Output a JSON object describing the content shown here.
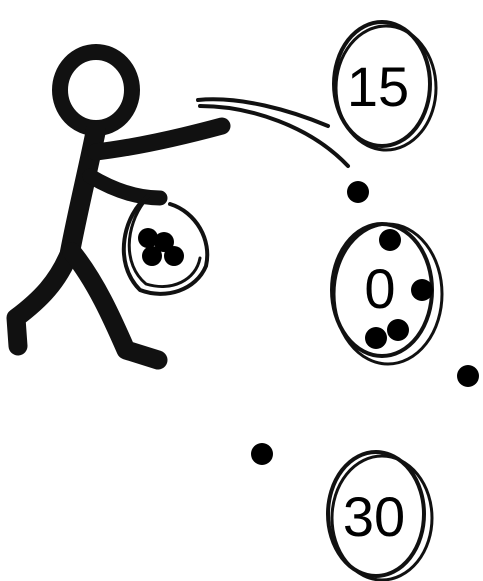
{
  "targets": [
    {
      "label": "15"
    },
    {
      "label": "0"
    },
    {
      "label": "30"
    }
  ],
  "colors": {
    "ink": "#000000",
    "background": "#ffffff"
  },
  "icons": {
    "figure": "stick-figure-throwing-icon",
    "bag": "bag-of-balls-icon",
    "ball": "ball-icon"
  }
}
